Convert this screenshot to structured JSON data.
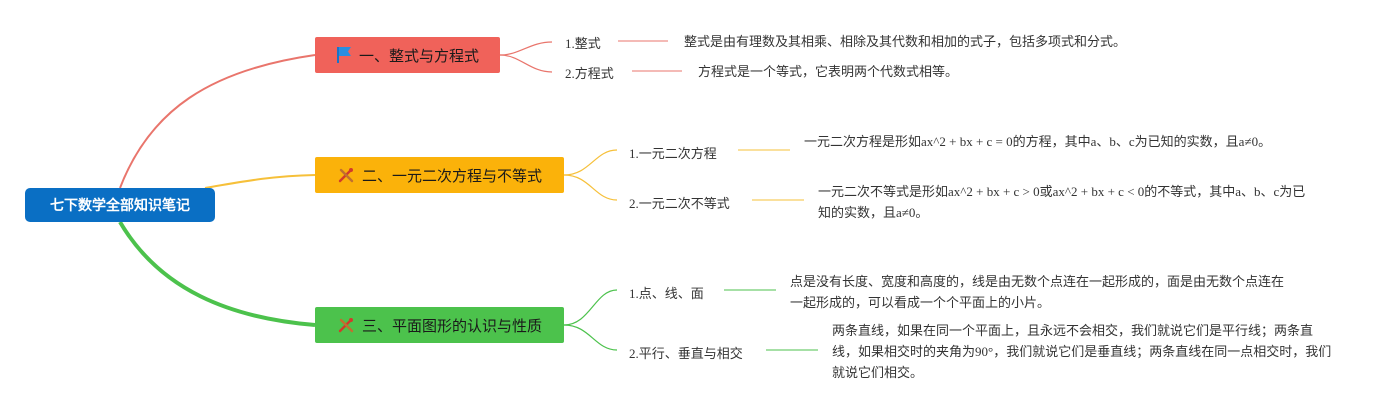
{
  "root": {
    "label": "七下数学全部知识笔记",
    "color": "#0a6fc4"
  },
  "branches": [
    {
      "label": "一、整式与方程式",
      "icon": "flag-icon",
      "color": "#f0625a",
      "line_color": "#e9756c",
      "children": [
        {
          "label": "1.整式",
          "text": "整式是由有理数及其相乘、相除及其代数和相加的式子，包括多项式和分式。"
        },
        {
          "label": "2.方程式",
          "text": "方程式是一个等式，它表明两个代数式相等。"
        }
      ]
    },
    {
      "label": "二、一元二次方程与不等式",
      "icon": "tools-icon",
      "color": "#fbb20a",
      "line_color": "#f6c03a",
      "children": [
        {
          "label": "1.一元二次方程",
          "text": "一元二次方程是形如ax^2 + bx + c = 0的方程，其中a、b、c为已知的实数，且a≠0。"
        },
        {
          "label": "2.一元二次不等式",
          "text": "一元二次不等式是形如ax^2 + bx + c > 0或ax^2 + bx + c < 0的不等式，其中a、b、c为已知的实数，且a≠0。"
        }
      ]
    },
    {
      "label": "三、平面图形的认识与性质",
      "icon": "tools-icon",
      "color": "#4cc24c",
      "line_color": "#57c457",
      "children": [
        {
          "label": "1.点、线、面",
          "text": "点是没有长度、宽度和高度的，线是由无数个点连在一起形成的，面是由无数个点连在一起形成的，可以看成一个个平面上的小片。"
        },
        {
          "label": "2.平行、垂直与相交",
          "text": "两条直线，如果在同一个平面上，且永远不会相交，我们就说它们是平行线；两条直线，如果相交时的夹角为90°，我们就说它们是垂直线；两条直线在同一点相交时，我们就说它们相交。"
        }
      ]
    }
  ]
}
